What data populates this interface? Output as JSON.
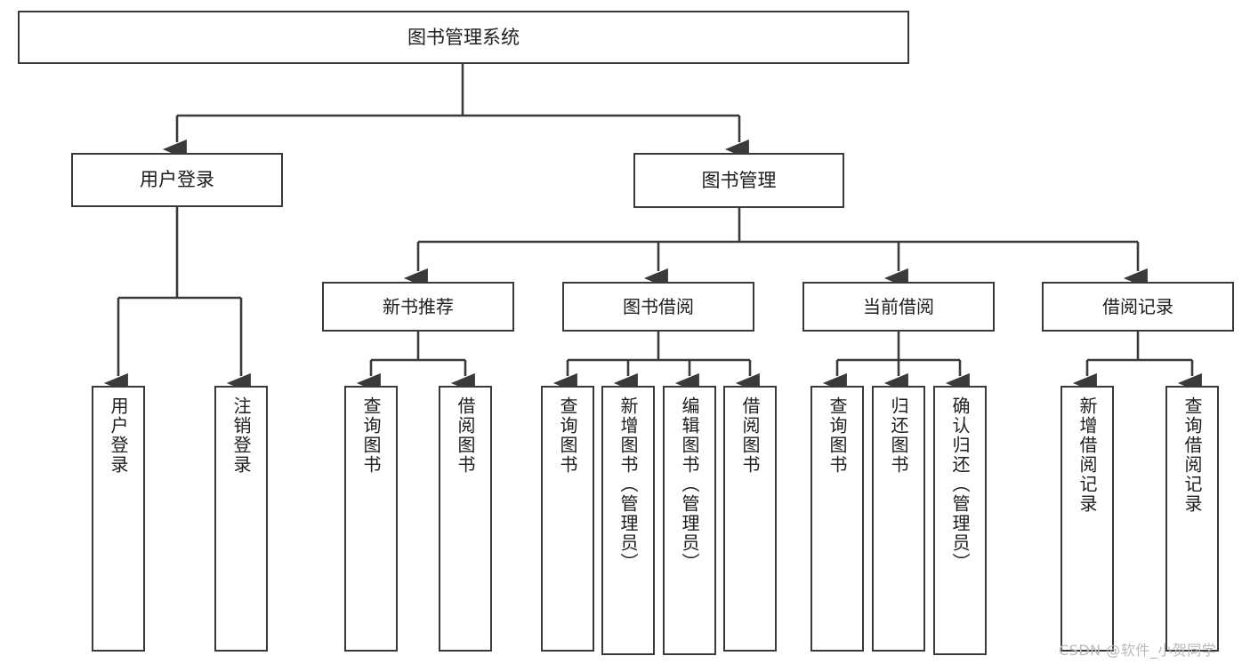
{
  "diagram": {
    "title": "图书管理系统",
    "type": "hierarchy-tree",
    "watermark": "CSDN @软件_小贺同学",
    "colors": {
      "box_border": "#3a3a3a",
      "box_fill": "#ffffff",
      "connector": "#3a3a3a",
      "text": "#1d1d1d",
      "watermark": "#b9b9b9",
      "background": "#ffffff"
    },
    "root": {
      "label": "图书管理系统"
    },
    "level1": [
      {
        "label": "用户登录"
      },
      {
        "label": "图书管理"
      }
    ],
    "level2": [
      {
        "label": "新书推荐"
      },
      {
        "label": "图书借阅"
      },
      {
        "label": "当前借阅"
      },
      {
        "label": "借阅记录"
      }
    ],
    "leaves": {
      "user_login": [
        {
          "label": "用户登录"
        },
        {
          "label": "注销登录"
        }
      ],
      "new_book_recommend": [
        {
          "label": "查询图书"
        },
        {
          "label": "借阅图书"
        }
      ],
      "book_borrow": [
        {
          "label": "查询图书"
        },
        {
          "label": "新增图书（管理员）"
        },
        {
          "label": "编辑图书（管理员）"
        },
        {
          "label": "借阅图书"
        }
      ],
      "current_borrow": [
        {
          "label": "查询图书"
        },
        {
          "label": "归还图书"
        },
        {
          "label": "确认归还（管理员）"
        }
      ],
      "borrow_record": [
        {
          "label": "新增借阅记录"
        },
        {
          "label": "查询借阅记录"
        }
      ]
    }
  }
}
